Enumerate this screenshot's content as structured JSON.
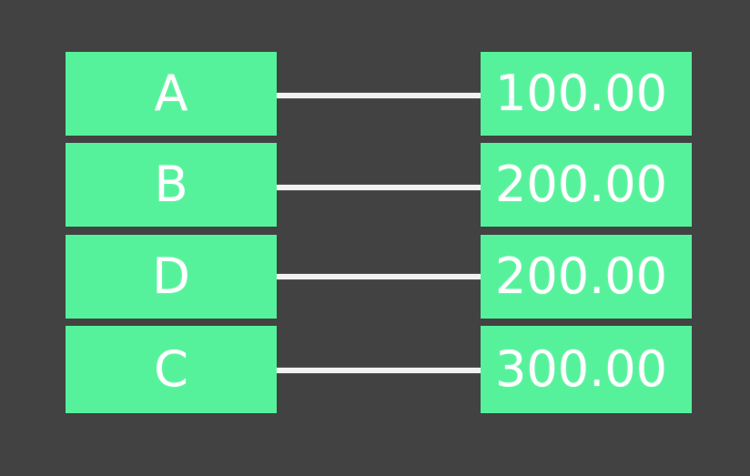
{
  "diagram": {
    "type": "sankey",
    "title": "",
    "background_color": "#424242",
    "node_color": "#55f29b",
    "link_color": "#f2f2f2",
    "label_color": "#ffffff",
    "left_nodes": [
      {
        "label": "A",
        "name": "node-a"
      },
      {
        "label": "B",
        "name": "node-b"
      },
      {
        "label": "D",
        "name": "node-d"
      },
      {
        "label": "C",
        "name": "node-c"
      }
    ],
    "right_nodes": [
      {
        "label": "100.00",
        "name": "node-100"
      },
      {
        "label": "200.00",
        "name": "node-200-1"
      },
      {
        "label": "200.00",
        "name": "node-200-2"
      },
      {
        "label": "300.00",
        "name": "node-300"
      }
    ],
    "links": [
      {
        "source": "A",
        "target": "100.00",
        "value": "100.00"
      },
      {
        "source": "B",
        "target": "200.00",
        "value": "200.00"
      },
      {
        "source": "D",
        "target": "200.00",
        "value": "200.00"
      },
      {
        "source": "C",
        "target": "300.00",
        "value": "300.00"
      }
    ]
  },
  "chart_data": {
    "type": "sankey",
    "title": "",
    "nodes": [
      "A",
      "B",
      "D",
      "C",
      "100.00",
      "200.00",
      "200.00",
      "300.00"
    ],
    "links": [
      {
        "source": "A",
        "target": "100.00",
        "value": 100.0
      },
      {
        "source": "B",
        "target": "200.00",
        "value": 200.0
      },
      {
        "source": "D",
        "target": "200.00",
        "value": 200.0
      },
      {
        "source": "C",
        "target": "300.00",
        "value": 300.0
      }
    ],
    "categories": [
      "A",
      "B",
      "D",
      "C"
    ],
    "values": [
      100.0,
      200.0,
      200.0,
      300.0
    ],
    "xlabel": "",
    "ylabel": "",
    "legend": [],
    "grid": false
  }
}
